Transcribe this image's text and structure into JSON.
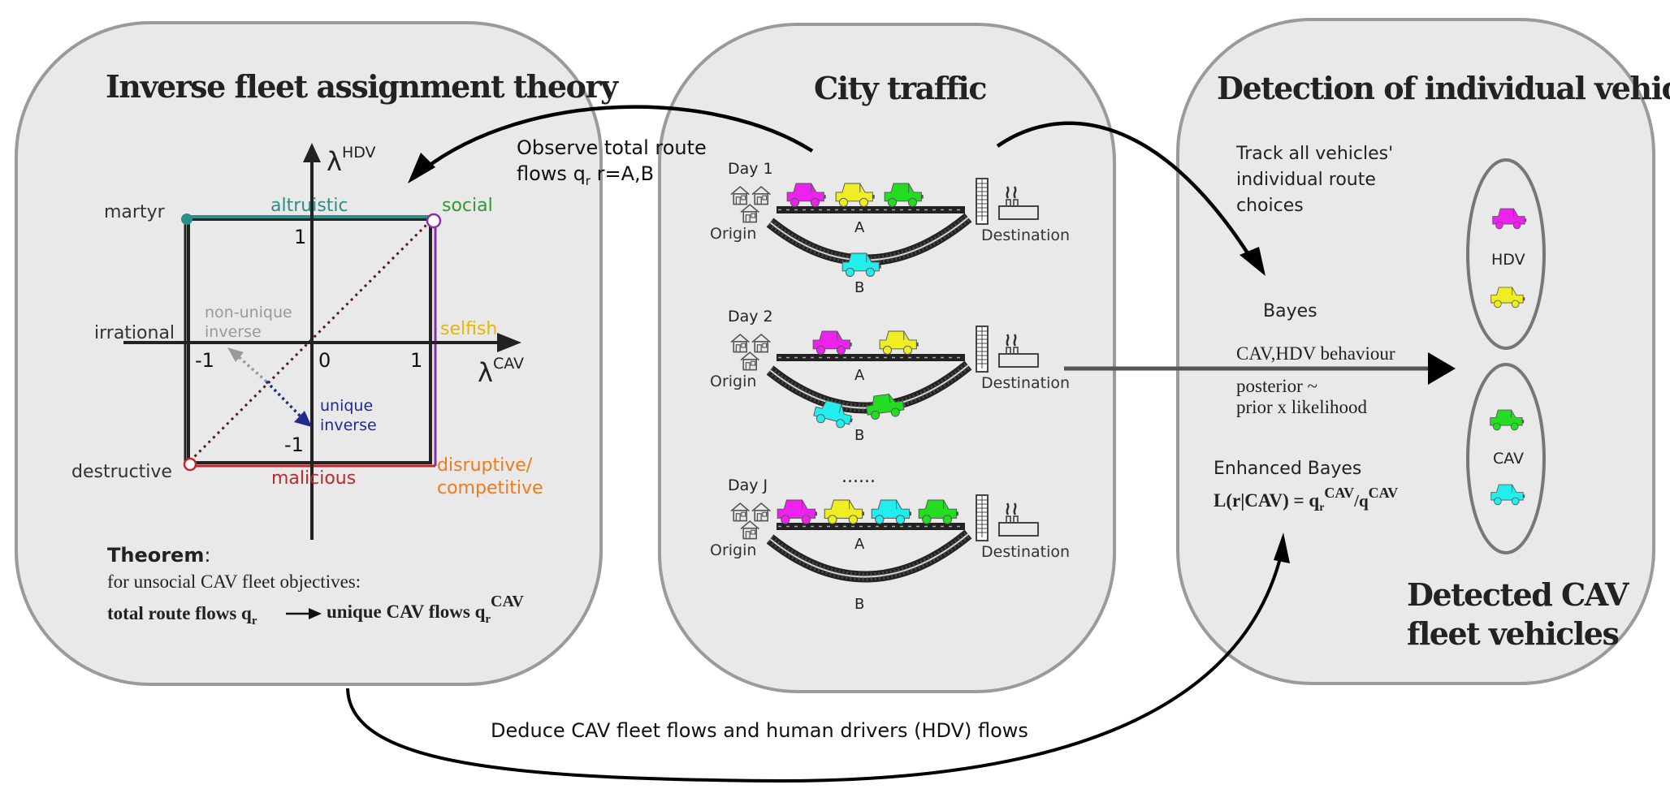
{
  "colors": {
    "panel_fill": "#e9e9e9",
    "panel_stroke": "#9a9a9a",
    "altruistic": "#2a8f8a",
    "social": "#2e9a2e",
    "selfish": "#e6b800",
    "malicious": "#c0282b",
    "disruptive": "#ef7a1a",
    "purple_edge": "#8e2fa3",
    "non_unique": "#999999",
    "unique": "#1f2a8f",
    "car_magenta": "#ee22ee",
    "car_yellow": "#eeee22",
    "car_green": "#22dd22",
    "car_cyan": "#22eeee"
  },
  "panels": {
    "left": {
      "title": "Inverse fleet assignment theory",
      "axes": {
        "y_label": "λ",
        "y_label_sup": "HDV",
        "x_label": "λ",
        "x_label_sup": "CAV",
        "tick_x_neg": "-1",
        "tick_zero": "0",
        "tick_x_pos": "1",
        "tick_y_pos": "1",
        "tick_y_neg": "-1"
      },
      "regions": {
        "martyr": "martyr",
        "altruistic": "altruistic",
        "social": "social",
        "irrational": "irrational",
        "selfish": "selfish",
        "destructive": "destructive",
        "malicious": "malicious",
        "disruptive_1": "disruptive/",
        "disruptive_2": "competitive",
        "non_unique_1": "non-unique",
        "non_unique_2": "inverse",
        "unique_1": "unique",
        "unique_2": "inverse"
      },
      "theorem": {
        "heading": "Theorem",
        "colon": ":",
        "line1": "for unsocial CAV fleet objectives:",
        "line2_left": "total route flows q",
        "line2_left_sub": "r",
        "line2_right": "unique CAV flows q",
        "line2_right_sub": "r",
        "line2_right_sup": "CAV"
      }
    },
    "middle": {
      "title": "City traffic",
      "days": [
        {
          "label": "Day 1",
          "route_a_cars": [
            "magenta",
            "yellow",
            "green"
          ],
          "route_b_cars": [
            "cyan"
          ]
        },
        {
          "label": "Day 2",
          "route_a_cars": [
            "magenta",
            "yellow"
          ],
          "route_b_cars": [
            "cyan",
            "green"
          ]
        },
        {
          "label": "Day J",
          "route_a_cars": [
            "magenta",
            "yellow",
            "cyan",
            "green"
          ],
          "route_b_cars": []
        }
      ],
      "origin_label": "Origin",
      "destination_label": "Destination",
      "route_a_label": "A",
      "route_b_label": "B",
      "ellipsis": "......"
    },
    "right": {
      "title": "Detection of individual vehicles",
      "track_1": "Track all vehicles'",
      "track_2": "individual route",
      "track_3": "choices",
      "bayes": "Bayes",
      "behaviour": "CAV,HDV behaviour",
      "posterior_1": "posterior ~",
      "posterior_2": "prior x likelihood",
      "enhanced": "Enhanced Bayes",
      "formula_left": "L(r|CAV) = q",
      "formula_sub": "r",
      "formula_sup1": "CAV",
      "formula_mid": "/q",
      "formula_sup2": "CAV",
      "hdv_group": "HDV",
      "cav_group": "CAV",
      "detected_1": "Detected CAV",
      "detected_2": "fleet vehicles"
    }
  },
  "arrows": {
    "observe_1": "Observe total route",
    "observe_2_pre": "flows q",
    "observe_2_sub": "r",
    "observe_2_post": " r=A,B",
    "deduce": "Deduce CAV fleet flows and human drivers (HDV) flows"
  }
}
